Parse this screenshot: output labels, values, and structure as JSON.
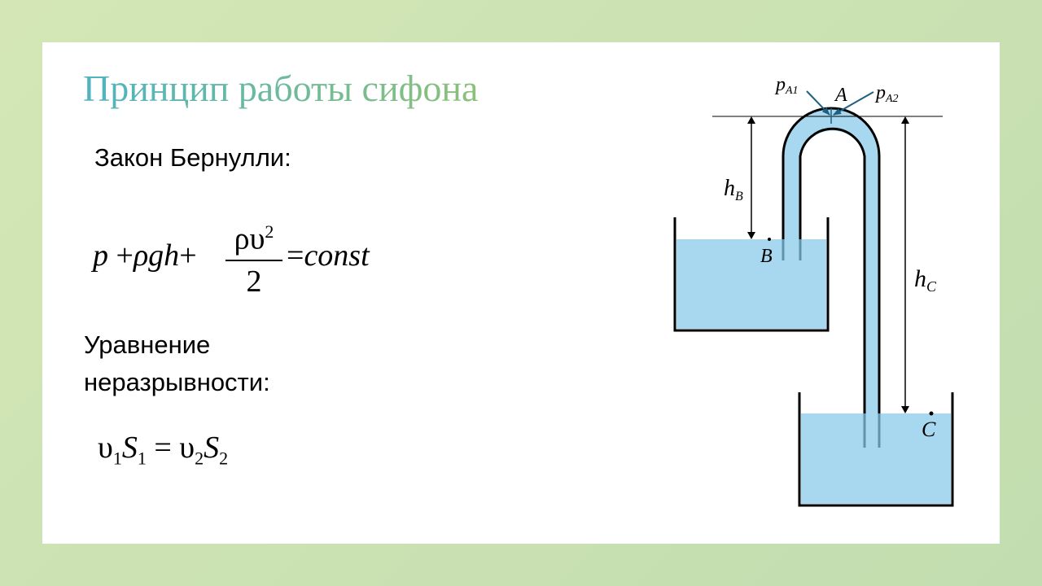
{
  "slide": {
    "title": "Принцип работы сифона",
    "bernoulli_label": "Закон Бернулли:",
    "bernoulli_formula": {
      "p": "p",
      "plus1": "+",
      "rho_g_h": "ρgh",
      "plus2": "+",
      "numerator": "ρυ",
      "exp": "2",
      "denominator": "2",
      "equals": "=",
      "const": "const"
    },
    "continuity_label_line1": "Уравнение",
    "continuity_label_line2": "неразрывности:",
    "continuity_formula": {
      "v1": "υ",
      "sub1": "1",
      "S1": "S",
      "sub1b": "1",
      "equals": "=",
      "v2": "υ",
      "sub2": "2",
      "S2": "S",
      "sub2b": "2"
    }
  },
  "diagram": {
    "labels": {
      "pA1": "p",
      "pA1_sub": "A1",
      "A": "A",
      "pA2": "p",
      "pA2_sub": "A2",
      "hB": "h",
      "hB_sub": "B",
      "hC": "h",
      "hC_sub": "C",
      "B": "B",
      "C": "C"
    },
    "colors": {
      "water": "#a8d8ef",
      "arrow": "#1f5f80"
    }
  }
}
